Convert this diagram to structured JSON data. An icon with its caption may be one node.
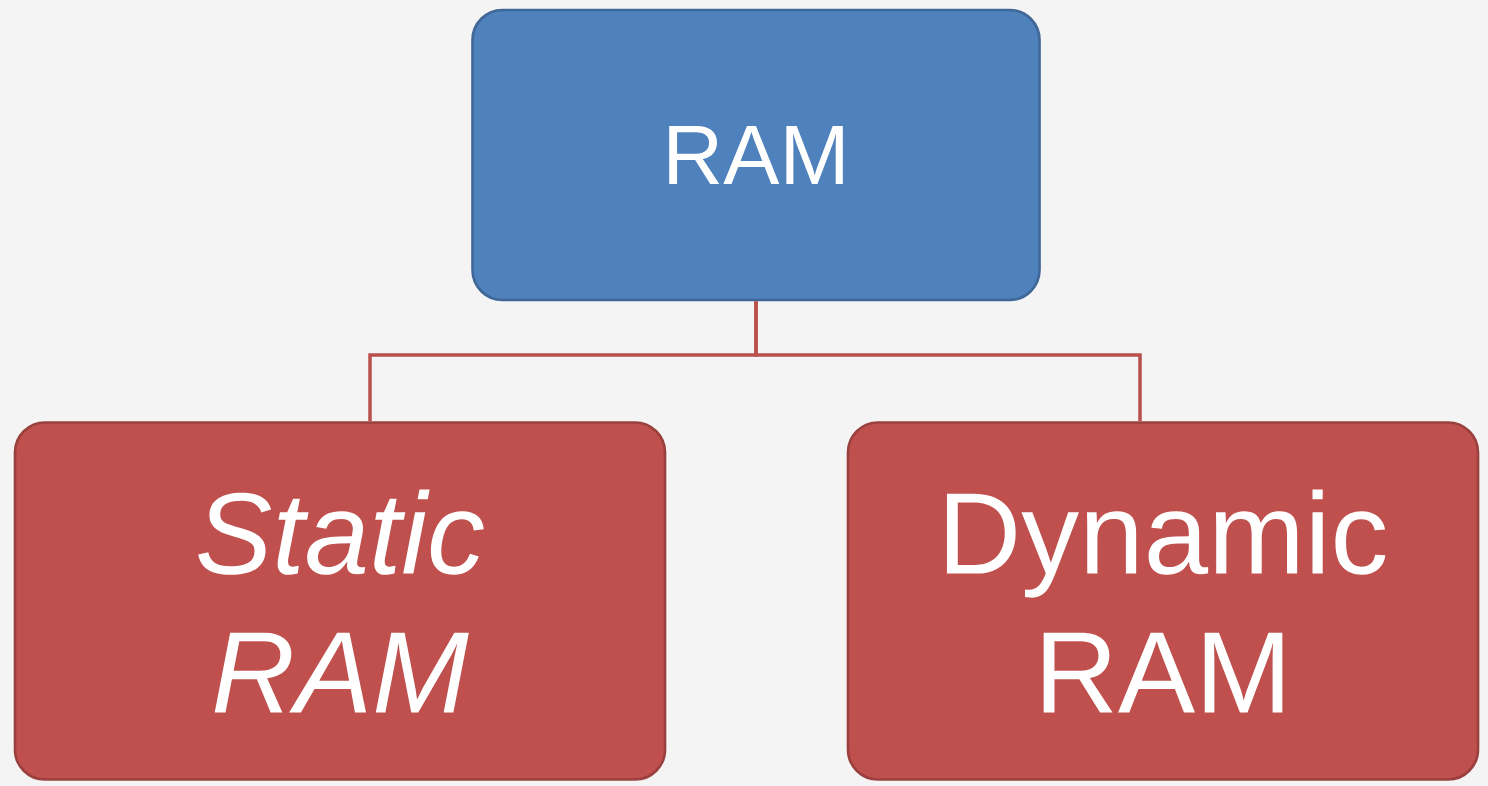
{
  "diagram": {
    "nodes": [
      {
        "text": [
          "RAM"
        ]
      },
      {
        "text": [
          "Static RAM"
        ]
      },
      {
        "text": [
          "Dynamic RAM"
        ]
      }
    ],
    "edges": [
      {
        "from": 0,
        "to": 1,
        "arrow": "none"
      },
      {
        "from": 0,
        "to": 2,
        "arrow": "none"
      }
    ]
  }
}
